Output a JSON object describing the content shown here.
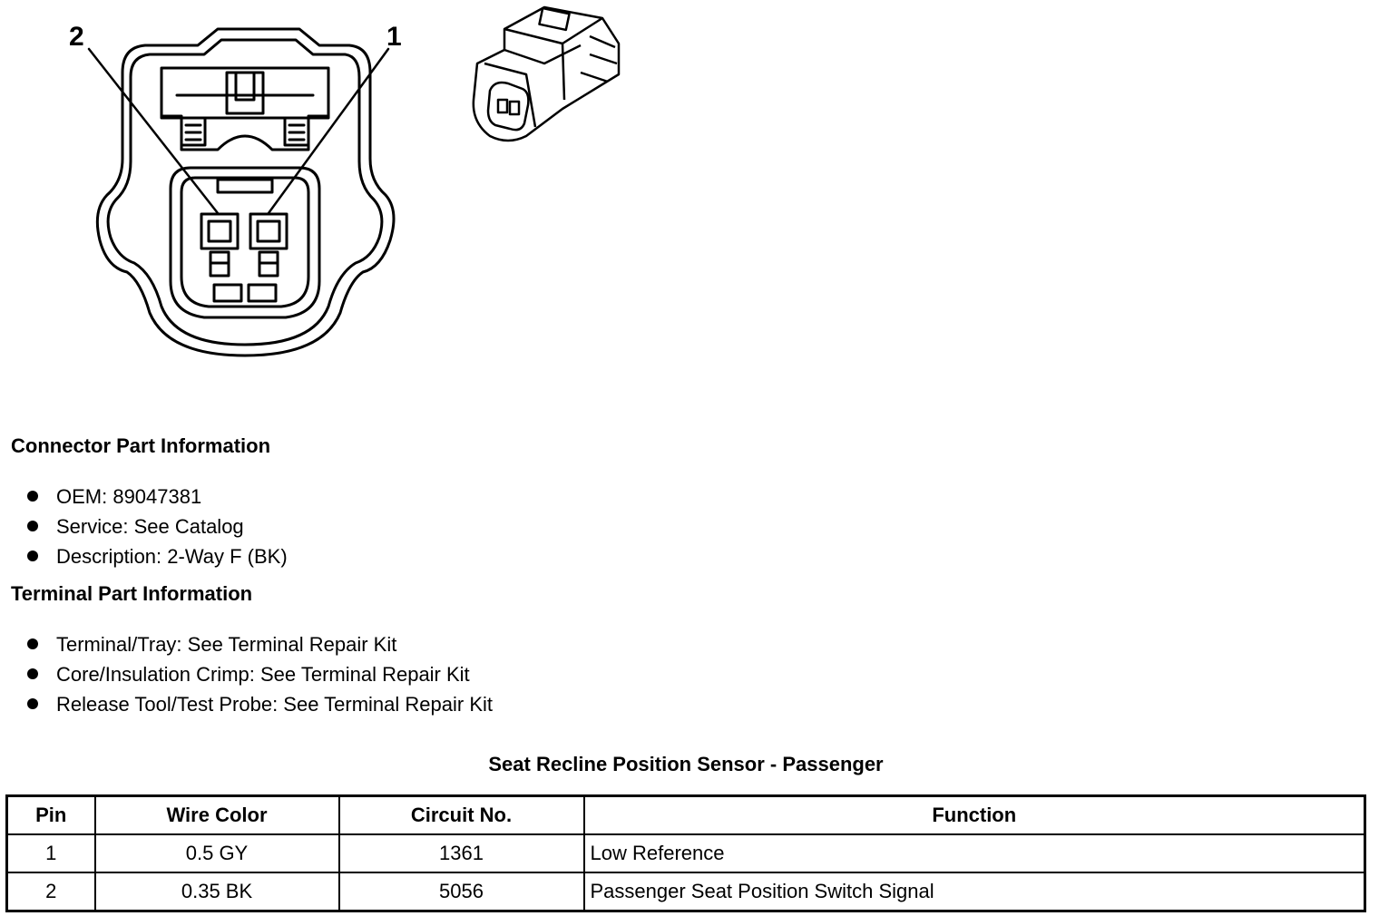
{
  "diagram": {
    "callout_pin_2": "2",
    "callout_pin_1": "1"
  },
  "connector_info": {
    "heading": "Connector Part Information",
    "items": [
      "OEM: 89047381",
      "Service: See Catalog",
      "Description: 2-Way F (BK)"
    ]
  },
  "terminal_info": {
    "heading": "Terminal Part Information",
    "items": [
      "Terminal/Tray: See Terminal Repair Kit",
      "Core/Insulation Crimp: See Terminal Repair Kit",
      "Release Tool/Test Probe: See Terminal Repair Kit"
    ]
  },
  "pin_table": {
    "title": "Seat Recline Position Sensor - Passenger",
    "headers": [
      "Pin",
      "Wire Color",
      "Circuit No.",
      "Function"
    ],
    "rows": [
      [
        "1",
        "0.5 GY",
        "1361",
        "Low Reference"
      ],
      [
        "2",
        "0.35 BK",
        "5056",
        "Passenger Seat Position Switch Signal"
      ]
    ]
  }
}
